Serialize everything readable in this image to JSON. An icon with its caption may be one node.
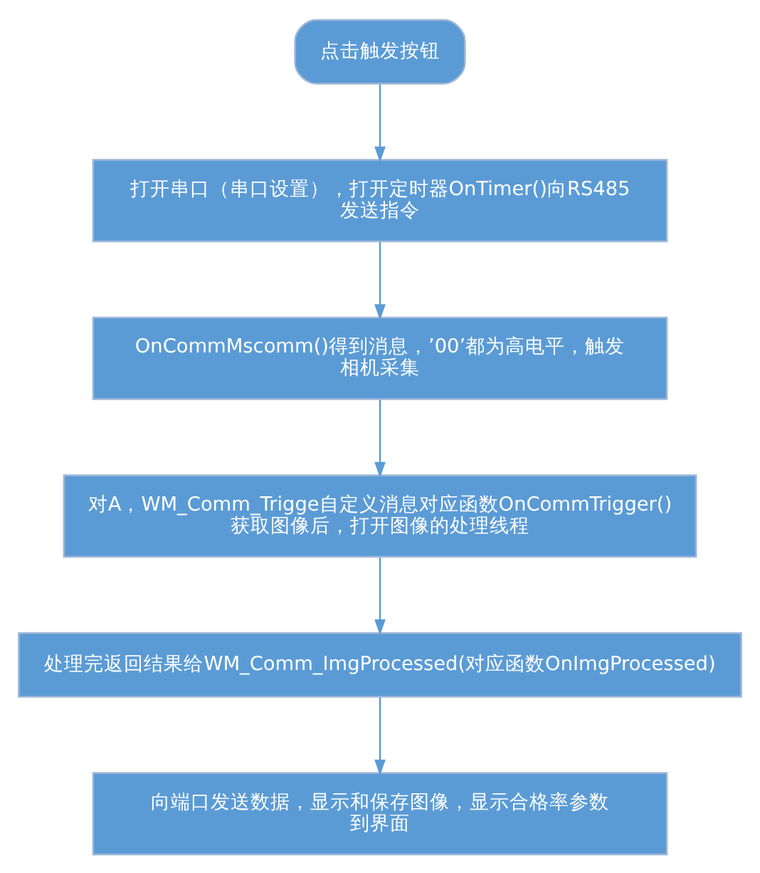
{
  "diagram": {
    "nodes": [
      {
        "text": [
          "点击触发按钮"
        ]
      },
      {
        "text": [
          "打开串口（串口设置），打开定时器OnTimer()向RS485发送指令"
        ]
      },
      {
        "text": [
          "OnCommMscomm()得到消息，’00’都为高电平，触发相机采集"
        ]
      },
      {
        "text": [
          "对A，WM_Comm_Trigge自定义消息对应函数OnCommTrigger()获取图像后，打开图像的处理线程"
        ]
      },
      {
        "text": [
          "处理完返回结果给WM_Comm_ImgProcessed(对应函数OnImgProcessed)"
        ]
      },
      {
        "text": [
          "向端口发送数据，显示和保存图像，显示合格率参数到界面"
        ]
      }
    ],
    "edges": [
      {
        "from": 0,
        "to": 1,
        "arrow": "to"
      },
      {
        "from": 1,
        "to": 2,
        "arrow": "to"
      },
      {
        "from": 2,
        "to": 3,
        "arrow": "to"
      },
      {
        "from": 3,
        "to": 4,
        "arrow": "to"
      },
      {
        "from": 4,
        "to": 5,
        "arrow": "to"
      }
    ]
  }
}
